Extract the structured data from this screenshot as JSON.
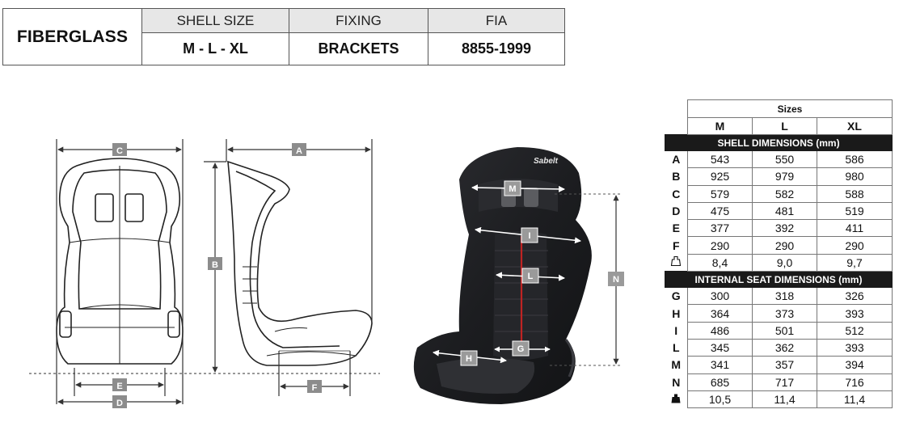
{
  "spec": {
    "material": "FIBERGLASS",
    "columns": [
      {
        "header": "SHELL SIZE",
        "value": "M - L - XL"
      },
      {
        "header": "FIXING",
        "value": "BRACKETS"
      },
      {
        "header": "FIA",
        "value": "8855-1999"
      }
    ]
  },
  "drawing_labels": {
    "a": "A",
    "b": "B",
    "c": "C",
    "d": "D",
    "e": "E",
    "f": "F",
    "g": "G",
    "h": "H",
    "i": "I",
    "l": "L",
    "m": "M",
    "n": "N",
    "brand": "Sabelt"
  },
  "table": {
    "sizes_title": "Sizes",
    "size_headers": [
      "M",
      "L",
      "XL"
    ],
    "shell_title": "SHELL DIMENSIONS (mm)",
    "shell_rows": [
      {
        "label": "A",
        "values": [
          "543",
          "550",
          "586"
        ]
      },
      {
        "label": "B",
        "values": [
          "925",
          "979",
          "980"
        ]
      },
      {
        "label": "C",
        "values": [
          "579",
          "582",
          "588"
        ]
      },
      {
        "label": "D",
        "values": [
          "475",
          "481",
          "519"
        ]
      },
      {
        "label": "E",
        "values": [
          "377",
          "392",
          "411"
        ]
      },
      {
        "label": "F",
        "values": [
          "290",
          "290",
          "290"
        ]
      },
      {
        "label": "",
        "icon": "weight-outline-icon",
        "values": [
          "8,4",
          "9,0",
          "9,7"
        ]
      }
    ],
    "internal_title": "INTERNAL SEAT DIMENSIONS (mm)",
    "internal_rows": [
      {
        "label": "G",
        "values": [
          "300",
          "318",
          "326"
        ]
      },
      {
        "label": "H",
        "values": [
          "364",
          "373",
          "393"
        ]
      },
      {
        "label": "I",
        "values": [
          "486",
          "501",
          "512"
        ]
      },
      {
        "label": "L",
        "values": [
          "345",
          "362",
          "393"
        ]
      },
      {
        "label": "M",
        "values": [
          "341",
          "357",
          "394"
        ]
      },
      {
        "label": "N",
        "values": [
          "685",
          "717",
          "716"
        ]
      },
      {
        "label": "",
        "icon": "weight-filled-icon",
        "values": [
          "10,5",
          "11,4",
          "11,4"
        ]
      }
    ]
  }
}
